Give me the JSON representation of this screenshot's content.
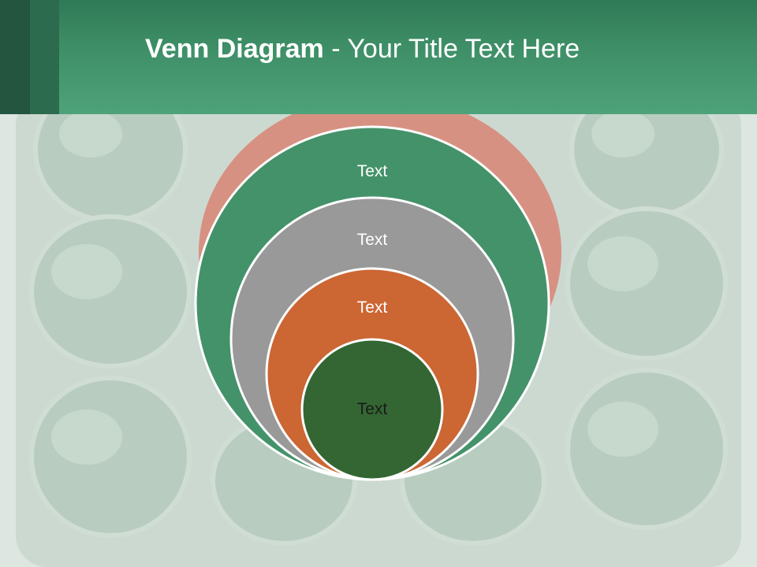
{
  "slide": {
    "title_bold": "Venn Diagram",
    "title_rest": " - Your Title Text Here"
  },
  "diagram": {
    "type": "nested-circles",
    "rings": [
      {
        "label": "Text",
        "fill": "#44926a",
        "text_color": "#ffffff"
      },
      {
        "label": "Text",
        "fill": "#999999",
        "text_color": "#ffffff"
      },
      {
        "label": "Text",
        "fill": "#cc6633",
        "text_color": "#ffffff"
      },
      {
        "label": "Text",
        "fill": "#336633",
        "text_color": "#1a1a1a"
      }
    ]
  },
  "colors": {
    "header": "#44926a",
    "background_tint": "#d8e4dc",
    "pill_green": "#7fa891",
    "pill_red": "#cc4f3c"
  }
}
